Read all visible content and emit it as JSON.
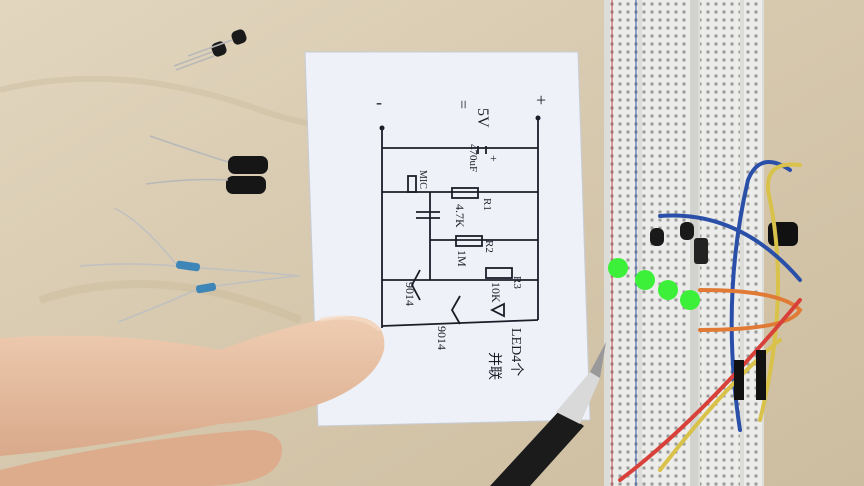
{
  "colors": {
    "table": "#d9cdb6",
    "paper": "#eef1f8",
    "ink": "#1d1d2a",
    "breadboard": "#e9e9e6",
    "led_green": "#3cf03a",
    "wire_blue": "#2a4fa8",
    "wire_yellow": "#d9c24a",
    "wire_red": "#d8413a",
    "wire_orange": "#e07a35",
    "skin": "#e9c3a6"
  },
  "schematic": {
    "plus": "+",
    "minus": "-",
    "supply": "5V",
    "supply_symbol": "=",
    "cap_plus": "+",
    "c1": "470uF",
    "mic": "MIC",
    "r1_name": "R1",
    "r1_value": "4.7K",
    "r2_name": "R2",
    "r2_value": "1M",
    "r3_name": "R3",
    "r3_value": "10K",
    "q1": "9014",
    "q2": "9014",
    "led_note": "LED4个",
    "led_note2": "并联"
  },
  "objects": {
    "transistors": "transistor-icon",
    "capacitors": "electrolytic-capacitor-icon",
    "resistors": "resistor-icon",
    "microphone": "electret-mic-icon",
    "pen": "pen-icon",
    "breadboard": "breadboard-icon",
    "hand": "hand-icon"
  }
}
